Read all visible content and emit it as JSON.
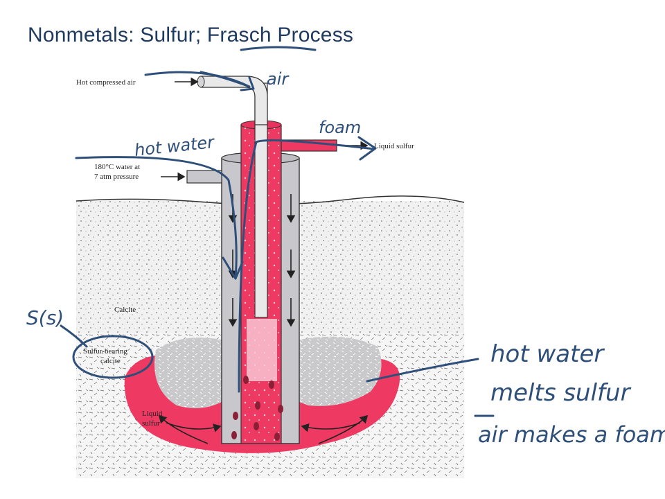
{
  "slide": {
    "title": "Nonmetals: Sulfur; Frasch Process"
  },
  "printed_labels": {
    "hot_air": "Hot compressed air",
    "liquid_sulfur_out": "Liquid sulfur",
    "water_line1": "180°C water at",
    "water_line2": "7 atm pressure",
    "calcite": "Calcite",
    "sulfur_bearing_line1": "Sulfur-bearing",
    "sulfur_bearing_line2": "calcite",
    "liquid_sulfur_pool_line1": "Liquid",
    "liquid_sulfur_pool_line2": "sulfur"
  },
  "handwritten_notes": {
    "air": "air",
    "foam": "foam",
    "hot_water": "hot water",
    "solid_sulfur": "S(s)",
    "note1": "hot water",
    "note2": "melts sulfur",
    "note3": "air makes a foam"
  },
  "colors": {
    "sulfur_pink": "#ee3a62",
    "pipe_gray": "#c7c7cc",
    "ink_blue": "#2d4f79",
    "title_blue": "#1f3a5f"
  }
}
